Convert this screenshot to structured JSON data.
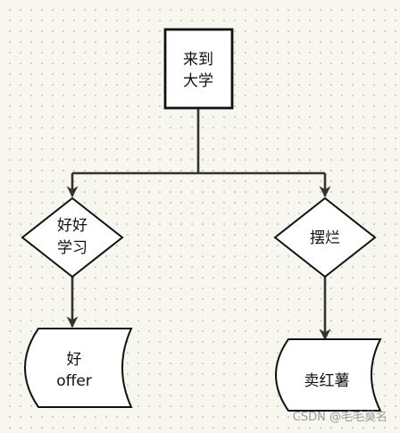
{
  "nodes": {
    "start": {
      "line1": "来到",
      "line2": "大学"
    },
    "decision_left": {
      "line1": "好好",
      "line2": "学习"
    },
    "decision_right": {
      "label": "摆烂"
    },
    "result_left": {
      "line1": "好",
      "line2": "offer"
    },
    "result_right": {
      "label": "卖红薯"
    }
  },
  "watermark": "CSDN @毛毛莫名",
  "colors": {
    "background": "#f8f7ef",
    "node_fill": "#ffffff",
    "node_stroke": "#111111",
    "edge": "#333333",
    "watermark": "#9a9a9a"
  }
}
